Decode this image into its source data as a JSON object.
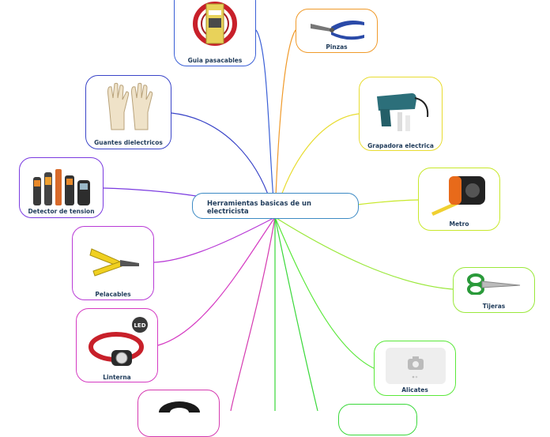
{
  "central": {
    "title": "Herramientas basicas de un electricista"
  },
  "nodes": [
    {
      "id": "guia",
      "label": "Guia pasacables",
      "color": "#3a5fd6",
      "icon": "cable-reel-icon"
    },
    {
      "id": "guantes",
      "label": "Guantes dielectricos",
      "color": "#3a45c8",
      "icon": "gloves-icon"
    },
    {
      "id": "detector",
      "label": "Detector de tension",
      "color": "#7a3ae0",
      "icon": "voltage-tester-icon"
    },
    {
      "id": "pelacables",
      "label": "Pelacables",
      "color": "#b83ad6",
      "icon": "wire-stripper-icon"
    },
    {
      "id": "linterna",
      "label": "Linterna",
      "color": "#d53ac2",
      "icon": "headlamp-icon"
    },
    {
      "id": "cinta",
      "label": "",
      "color": "#d53ab0",
      "icon": "tape-roll-icon"
    },
    {
      "id": "pinzas",
      "label": "Pinzas",
      "color": "#f09a2a",
      "icon": "pliers-icon"
    },
    {
      "id": "grapadora",
      "label": "Grapadora electrica",
      "color": "#e8dc30",
      "icon": "stapler-icon"
    },
    {
      "id": "metro",
      "label": "Metro",
      "color": "#c8e82a",
      "icon": "tape-measure-icon"
    },
    {
      "id": "tijeras",
      "label": "Tijeras",
      "color": "#9ae83a",
      "icon": "scissors-icon"
    },
    {
      "id": "alicates",
      "label": "Alicates",
      "color": "#5ae83a",
      "icon": "camera-placeholder-icon"
    },
    {
      "id": "extra",
      "label": "",
      "color": "#3ad83a",
      "icon": ""
    }
  ]
}
